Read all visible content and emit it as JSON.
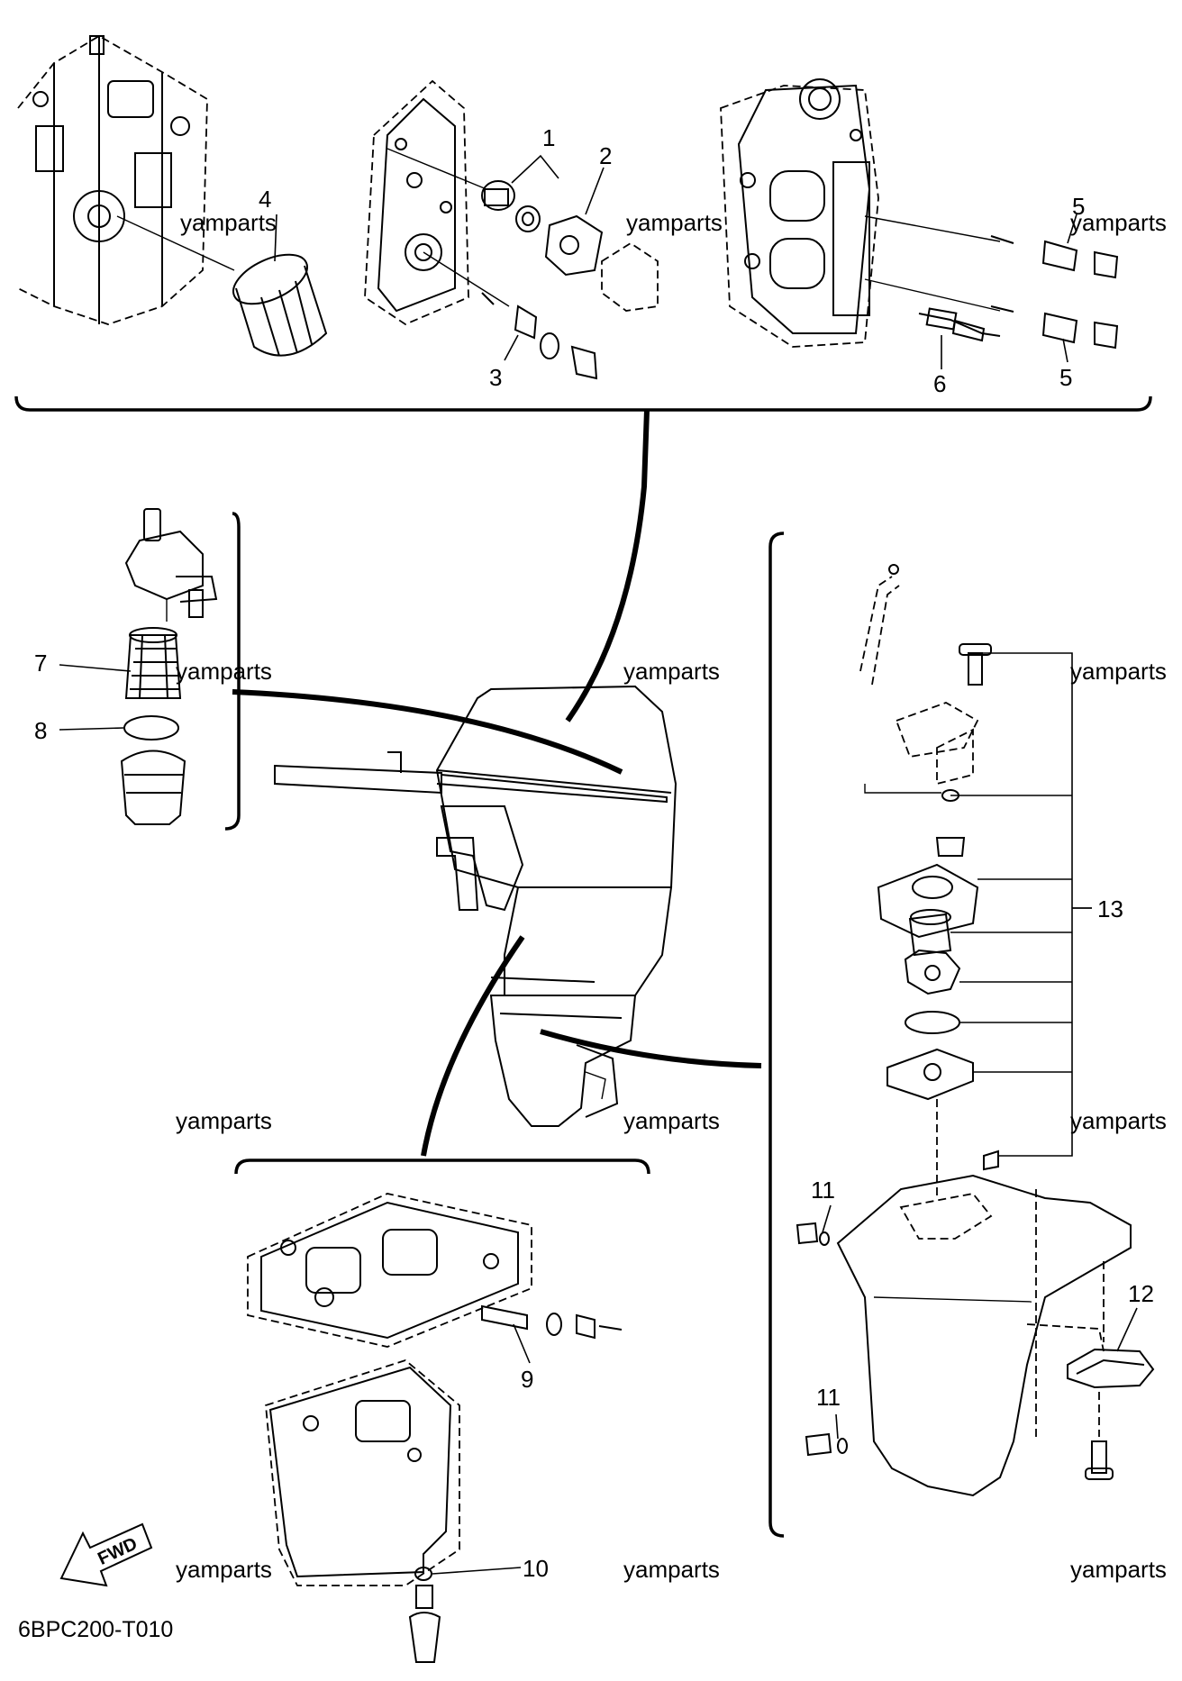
{
  "callouts": [
    {
      "id": "1",
      "label": "1"
    },
    {
      "id": "2",
      "label": "2"
    },
    {
      "id": "3",
      "label": "3"
    },
    {
      "id": "4",
      "label": "4"
    },
    {
      "id": "5a",
      "label": "5"
    },
    {
      "id": "5b",
      "label": "5"
    },
    {
      "id": "6",
      "label": "6"
    },
    {
      "id": "7",
      "label": "7"
    },
    {
      "id": "8",
      "label": "8"
    },
    {
      "id": "9",
      "label": "9"
    },
    {
      "id": "10",
      "label": "10"
    },
    {
      "id": "11a",
      "label": "11"
    },
    {
      "id": "11b",
      "label": "11"
    },
    {
      "id": "12",
      "label": "12"
    },
    {
      "id": "13",
      "label": "13"
    }
  ],
  "watermark": "yamparts",
  "fwd_label": "FWD",
  "drawing_code": "6BPC200-T010"
}
